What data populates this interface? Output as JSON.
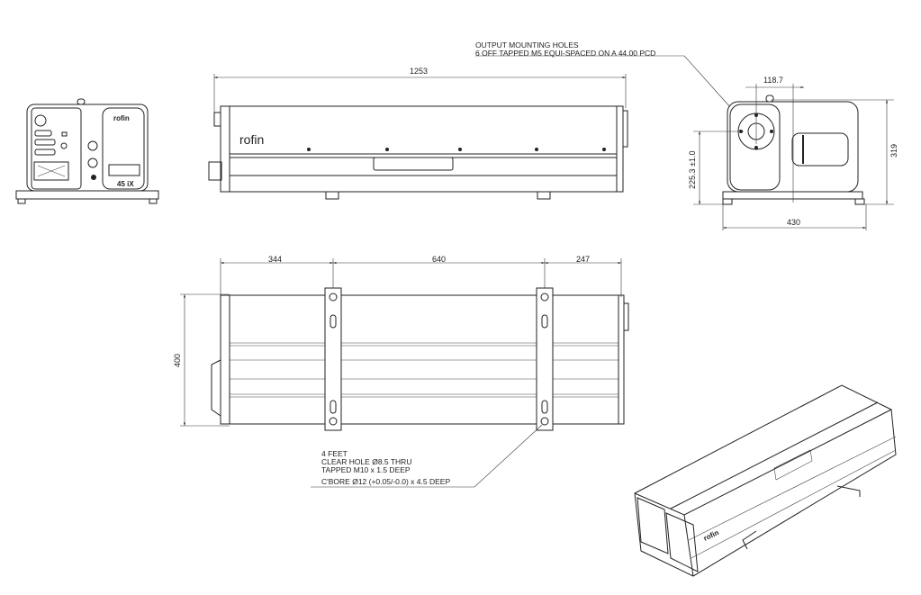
{
  "drawing": {
    "brand_logo": "rofin",
    "model_badge": "45 iX",
    "side_view": {
      "length_dim": "1253"
    },
    "end_view": {
      "note_line1": "OUTPUT MOUNTING HOLES",
      "note_line2": "6 OFF TAPPED M5 EQUI-SPACED ON A 44.00 PCD",
      "offset_dim": "118.7",
      "height_dim": "319",
      "width_dim": "430",
      "beam_height_dim": "225.3 ±1.0"
    },
    "top_view": {
      "dim_left": "344",
      "dim_middle": "640",
      "dim_right": "247",
      "width_dim": "400",
      "feet_note": [
        "4 FEET",
        "CLEAR HOLE  Ø8.5 THRU",
        "TAPPED M10 x 1.5 DEEP",
        "C'BORE Ø12 (+0.05/-0.0) x 4.5 DEEP"
      ]
    }
  }
}
